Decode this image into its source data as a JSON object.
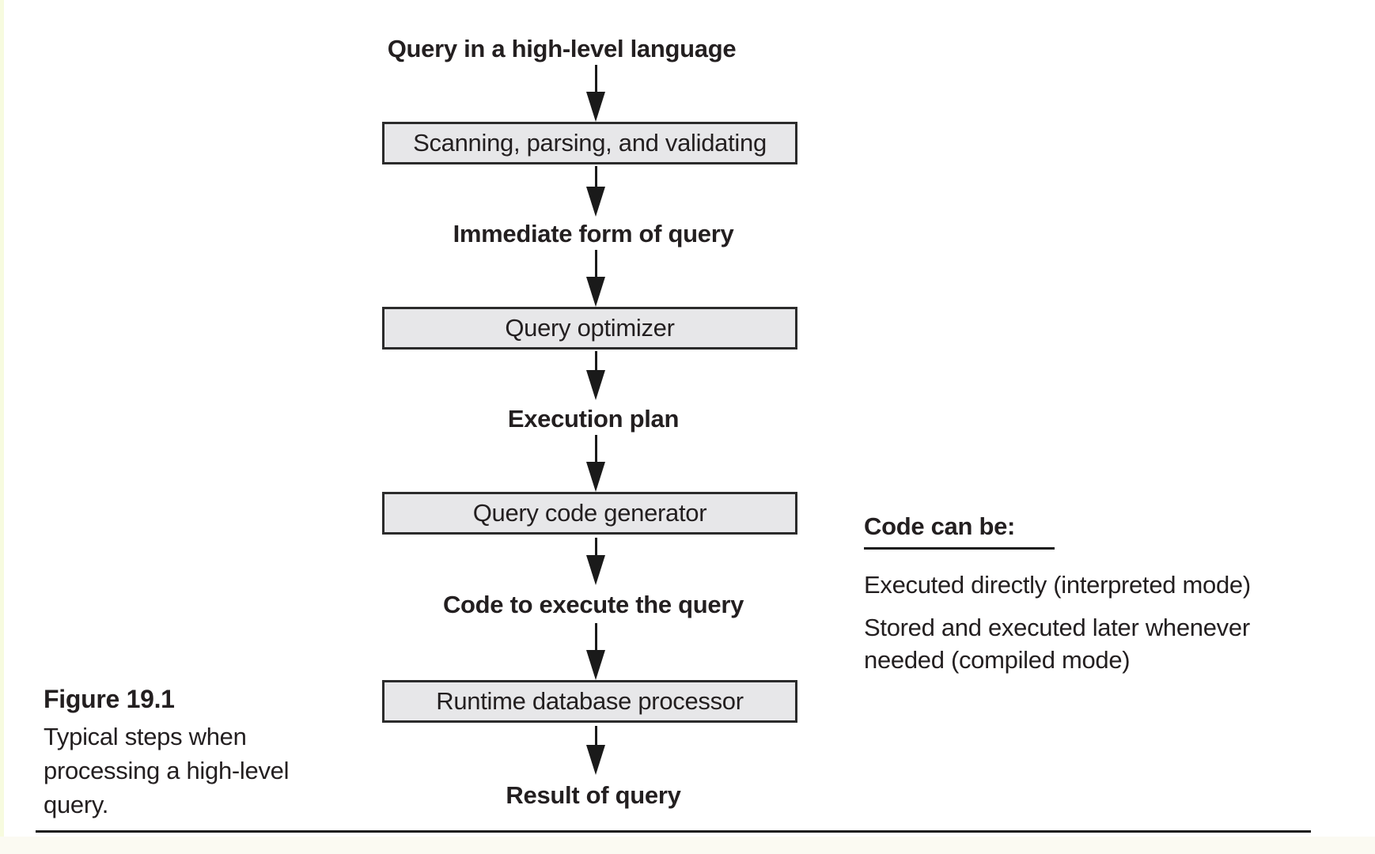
{
  "diagram": {
    "nodes": [
      {
        "kind": "label",
        "text": "Query in a high-level language"
      },
      {
        "kind": "box",
        "text": "Scanning, parsing, and validating"
      },
      {
        "kind": "label",
        "text": "Immediate form of query"
      },
      {
        "kind": "box",
        "text": "Query optimizer"
      },
      {
        "kind": "label",
        "text": "Execution plan"
      },
      {
        "kind": "box",
        "text": "Query code generator"
      },
      {
        "kind": "label",
        "text": "Code to execute the query"
      },
      {
        "kind": "box",
        "text": "Runtime database processor"
      },
      {
        "kind": "label",
        "text": "Result of query"
      }
    ]
  },
  "side_note": {
    "heading": "Code can be:",
    "items": [
      {
        "lines": [
          "Executed directly (interpreted mode)"
        ]
      },
      {
        "lines": [
          "Stored and executed later whenever",
          "needed (compiled mode)"
        ]
      }
    ]
  },
  "caption": {
    "title": "Figure 19.1",
    "lines": [
      "Typical steps when",
      "processing a high-level",
      "query."
    ]
  },
  "colors": {
    "box_fill": "#e7e7e9",
    "box_border": "#2b2b2b",
    "text": "#231f20",
    "arrow": "#1a1a1a",
    "left_edge_strip": "#f7fbdf"
  }
}
